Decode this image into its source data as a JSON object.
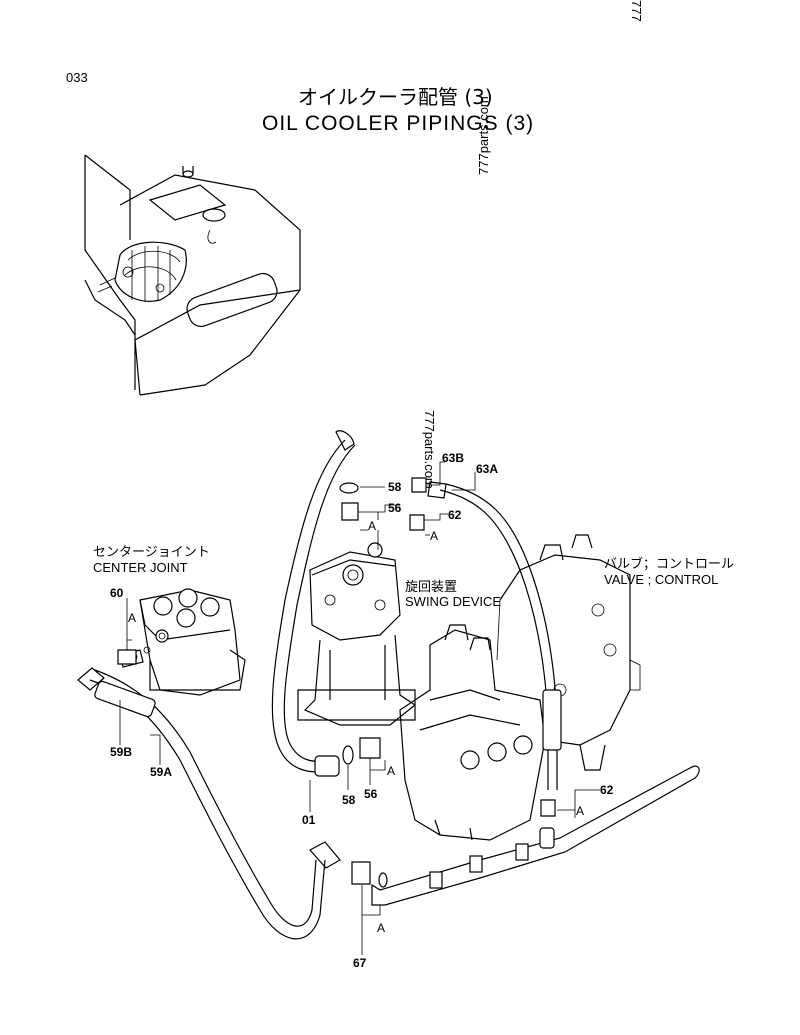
{
  "page_number": "033",
  "title_jp": "オイルクーラ配管 (3)",
  "title_en": "OIL COOLER PIPINGS (3)",
  "watermarks": [
    "777parts.com",
    "777parts.com",
    "777"
  ],
  "captions": {
    "center_joint_jp": "センタージョイント",
    "center_joint_en": "CENTER JOINT",
    "swing_device_jp": "旋回装置",
    "swing_device_en": "SWING DEVICE",
    "valve_control_jp": "バルブ；コントロール",
    "valve_control_en": "VALVE ; CONTROL"
  },
  "parts": {
    "p58_top": "58",
    "p56_top": "56",
    "p62_top": "62",
    "p63b": "63B",
    "p63a": "63A",
    "p60": "60",
    "p59b": "59B",
    "p59a": "59A",
    "p01": "01",
    "p58_bot": "58",
    "p56_bot": "56",
    "p62_right": "62",
    "p67": "67"
  },
  "section_marks": [
    "A",
    "A",
    "A",
    "A",
    "A",
    "A"
  ]
}
